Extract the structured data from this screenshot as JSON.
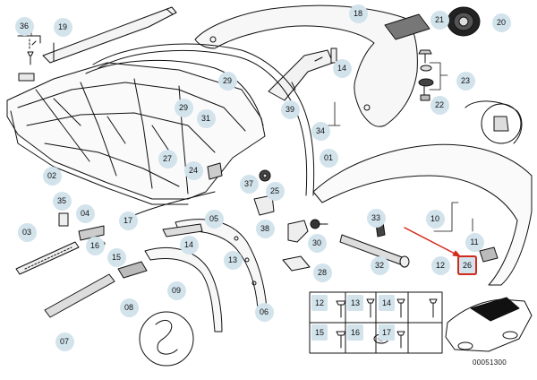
{
  "diagram": {
    "catalog_number": "00051300",
    "callouts": [
      {
        "id": "36",
        "label": "36"
      },
      {
        "id": "19",
        "label": "19"
      },
      {
        "id": "18",
        "label": "18"
      },
      {
        "id": "21",
        "label": "21"
      },
      {
        "id": "20",
        "label": "20"
      },
      {
        "id": "14a",
        "label": "14"
      },
      {
        "id": "23",
        "label": "23"
      },
      {
        "id": "29a",
        "label": "29"
      },
      {
        "id": "29b",
        "label": "29"
      },
      {
        "id": "31",
        "label": "31"
      },
      {
        "id": "22",
        "label": "22"
      },
      {
        "id": "39",
        "label": "39"
      },
      {
        "id": "34",
        "label": "34"
      },
      {
        "id": "27",
        "label": "27"
      },
      {
        "id": "01",
        "label": "01"
      },
      {
        "id": "02",
        "label": "02"
      },
      {
        "id": "24",
        "label": "24"
      },
      {
        "id": "37",
        "label": "37"
      },
      {
        "id": "25",
        "label": "25"
      },
      {
        "id": "35",
        "label": "35"
      },
      {
        "id": "04",
        "label": "04"
      },
      {
        "id": "03",
        "label": "03"
      },
      {
        "id": "17a",
        "label": "17"
      },
      {
        "id": "05",
        "label": "05"
      },
      {
        "id": "38",
        "label": "38"
      },
      {
        "id": "33",
        "label": "33"
      },
      {
        "id": "10",
        "label": "10"
      },
      {
        "id": "16a",
        "label": "16"
      },
      {
        "id": "15a",
        "label": "15"
      },
      {
        "id": "14b",
        "label": "14"
      },
      {
        "id": "13a",
        "label": "13"
      },
      {
        "id": "30",
        "label": "30"
      },
      {
        "id": "11",
        "label": "11"
      },
      {
        "id": "09",
        "label": "09"
      },
      {
        "id": "28",
        "label": "28"
      },
      {
        "id": "32",
        "label": "32"
      },
      {
        "id": "12a",
        "label": "12"
      },
      {
        "id": "26",
        "label": "26"
      },
      {
        "id": "08",
        "label": "08"
      },
      {
        "id": "06",
        "label": "06"
      },
      {
        "id": "07",
        "label": "07"
      },
      {
        "id": "12b",
        "label": "12"
      },
      {
        "id": "13b",
        "label": "13"
      },
      {
        "id": "14c",
        "label": "14"
      },
      {
        "id": "15b",
        "label": "15"
      },
      {
        "id": "16b",
        "label": "16"
      },
      {
        "id": "17b",
        "label": "17"
      }
    ]
  }
}
